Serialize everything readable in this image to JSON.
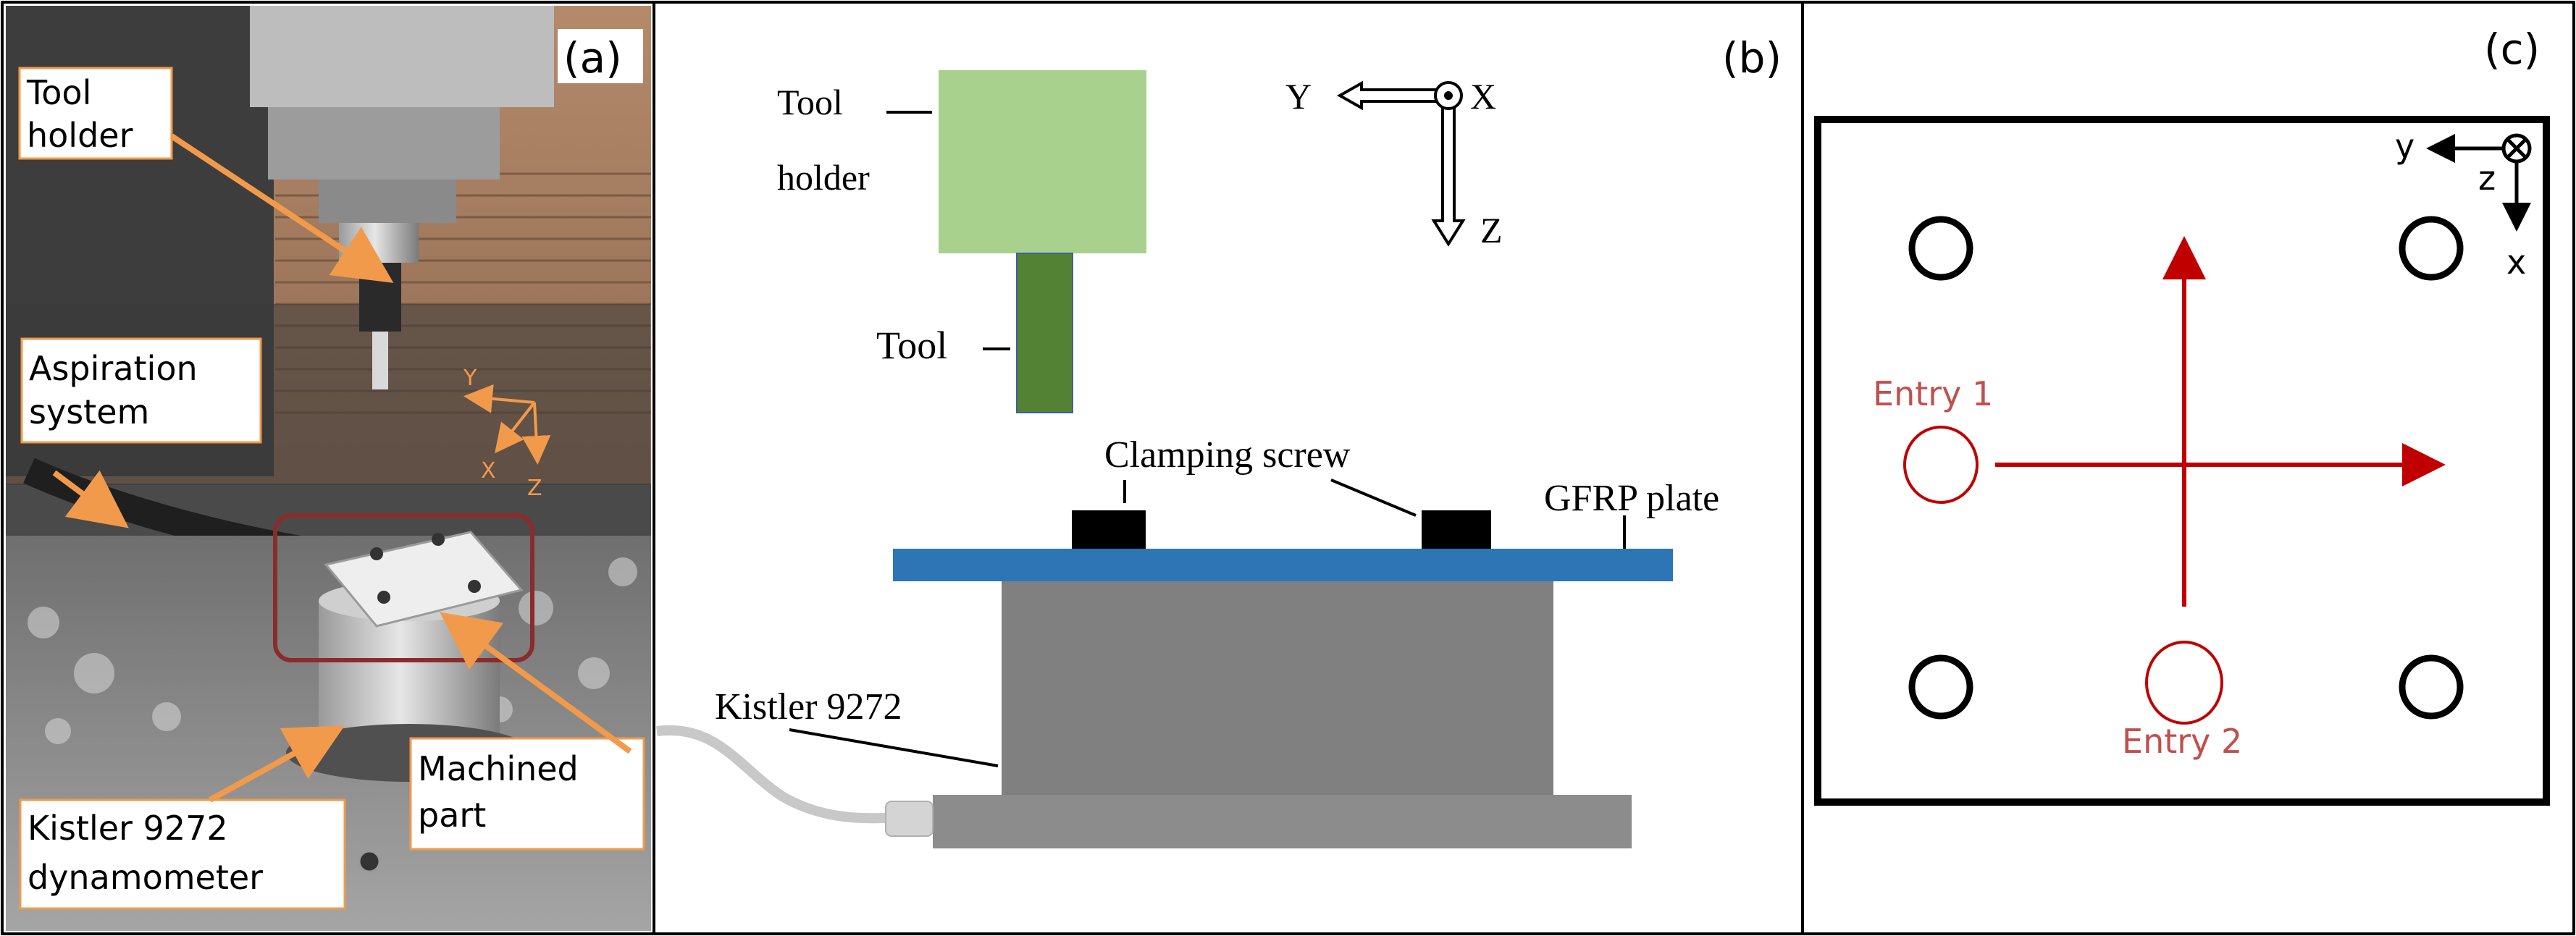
{
  "panel_a": {
    "tag": "(a)",
    "labels": {
      "tool_holder_line1": "Tool",
      "tool_holder_line2": "holder",
      "aspiration_line1": "Aspiration",
      "aspiration_line2": "system",
      "dynamometer_line1": "Kistler 9272",
      "dynamometer_line2": "dynamometer",
      "machined_line1": "Machined",
      "machined_line2": "part"
    },
    "axes": {
      "y": "Y",
      "x": "X",
      "z": "Z"
    }
  },
  "panel_b": {
    "tag": "(b)",
    "labels": {
      "tool_holder_line1": "Tool",
      "tool_holder_line2": "holder",
      "tool": "Tool",
      "clamping_screw": "Clamping screw",
      "gfrp_plate": "GFRP plate",
      "kistler": "Kistler 9272"
    },
    "axes": {
      "y": "Y",
      "x": "X",
      "z": "Z"
    },
    "colors": {
      "tool_holder": "#a9d18e",
      "tool": "#548235",
      "plate": "#2e75b6",
      "dynamometer": "#808080",
      "base": "#8c8c8c",
      "clamp": "#000000"
    }
  },
  "panel_c": {
    "tag": "(c)",
    "labels": {
      "entry1": "Entry 1",
      "entry2": "Entry 2"
    },
    "axes": {
      "y": "y",
      "z": "z",
      "x": "x"
    },
    "colors": {
      "path": "#c00000",
      "holes": "#000000"
    }
  }
}
